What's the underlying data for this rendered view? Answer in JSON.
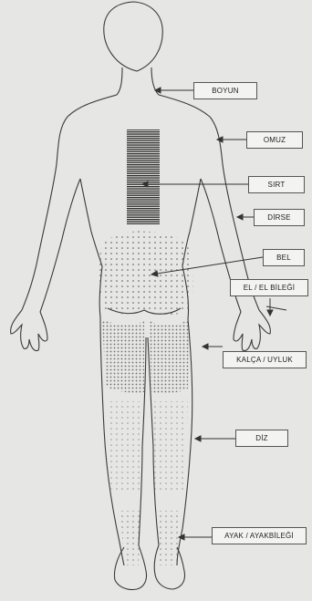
{
  "labels": {
    "neck": "BOYUN",
    "shoulder": "OMUZ",
    "back": "SIRT",
    "elbow": "DİRSE",
    "lower_back": "BEL",
    "hand_wrist": "EL / EL BİLEĞİ",
    "hip_thigh": "KALÇA / UYLUK",
    "knee": "DİZ",
    "foot_ankle": "AYAK / AYAKBİLEĞİ"
  },
  "colors": {
    "background": "#e6e6e4",
    "outline": "#3a3a3a",
    "shading": "#555555",
    "box_border": "#555555"
  }
}
